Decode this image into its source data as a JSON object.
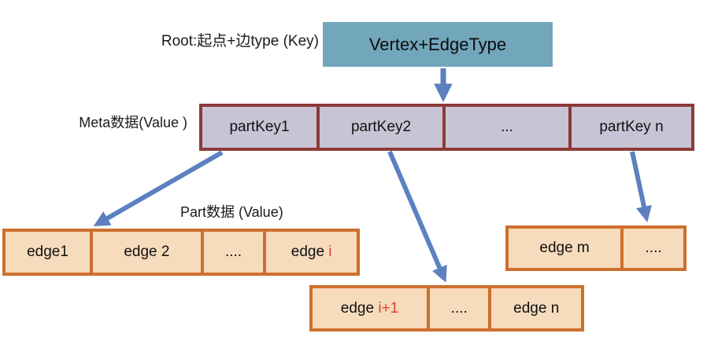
{
  "colors": {
    "root_box_fill": "#72a6bb",
    "meta_cell_fill": "#c9c4d5",
    "meta_border": "#8c3a38",
    "part_cell_fill": "#f6dbbc",
    "part_border": "#ce6f2d",
    "arrow_blue": "#5c80c0",
    "highlight_red": "#e0432d"
  },
  "annotations": {
    "root_key_label": "Root:起点+边type (Key)",
    "meta_value_label": "Meta数据(Value )",
    "part_value_label": "Part数据 (Value)"
  },
  "root_box": {
    "label": "Vertex+EdgeType"
  },
  "meta_row": {
    "cells": [
      {
        "text": "partKey1"
      },
      {
        "text": "partKey2"
      },
      {
        "text": "..."
      },
      {
        "text": "partKey n"
      }
    ]
  },
  "part_rows": {
    "row1": {
      "cells": [
        {
          "text": "edge1"
        },
        {
          "text": "edge 2"
        },
        {
          "text": "...."
        },
        {
          "text": "edge ",
          "red": "i"
        }
      ]
    },
    "row2": {
      "cells": [
        {
          "text": "edge ",
          "red": "i+1"
        },
        {
          "text": "...."
        },
        {
          "text": "edge n"
        }
      ]
    },
    "row3": {
      "cells": [
        {
          "text": "edge m"
        },
        {
          "text": "...."
        }
      ]
    }
  }
}
